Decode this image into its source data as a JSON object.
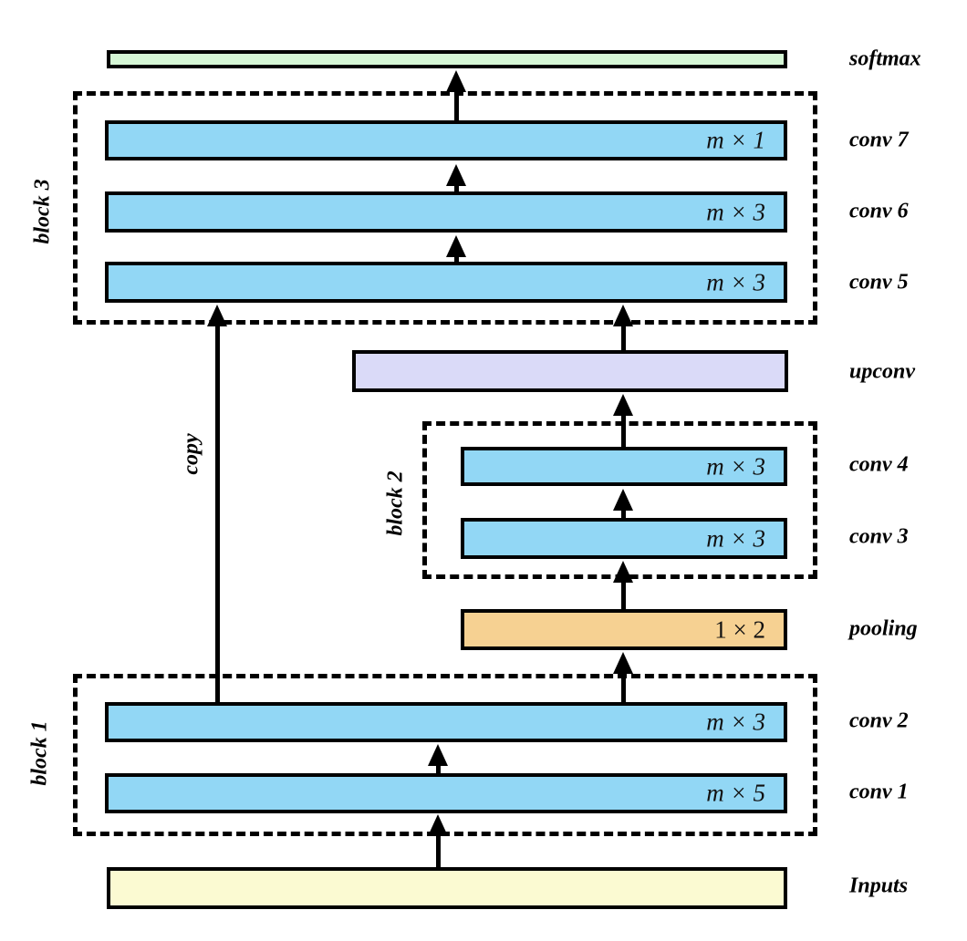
{
  "layers": {
    "softmax": {
      "label": "softmax"
    },
    "conv7": {
      "label": "conv 7",
      "kernel": "m × 1"
    },
    "conv6": {
      "label": "conv 6",
      "kernel": "m × 3"
    },
    "conv5": {
      "label": "conv 5",
      "kernel": "m × 3"
    },
    "upconv": {
      "label": "upconv"
    },
    "conv4": {
      "label": "conv 4",
      "kernel": "m × 3"
    },
    "conv3": {
      "label": "conv 3",
      "kernel": "m × 3"
    },
    "pooling": {
      "label": "pooling",
      "kernel": "1 × 2"
    },
    "conv2": {
      "label": "conv 2",
      "kernel": "m × 3"
    },
    "conv1": {
      "label": "conv 1",
      "kernel": "m × 5"
    },
    "inputs": {
      "label": "Inputs"
    }
  },
  "groups": {
    "block3": {
      "label": "block 3"
    },
    "block2": {
      "label": "block 2"
    },
    "block1": {
      "label": "block 1"
    }
  },
  "annotations": {
    "copy_label": "copy"
  },
  "colors": {
    "conv": "#92d7f5",
    "softmax": "#d5f6d5",
    "upconv": "#dadaf8",
    "pooling": "#f6d192",
    "inputs": "#fbfad2",
    "outline": "#000000"
  }
}
